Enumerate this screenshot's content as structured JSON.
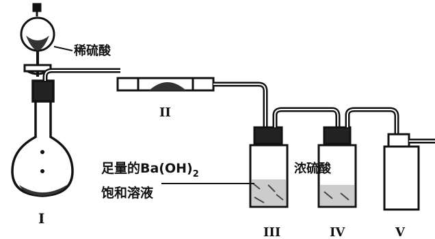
{
  "labels": {
    "funnel_reagent": "稀硫酸",
    "bottle3_reagent_line1": "足量的Ba(OH)",
    "bottle3_reagent_sub": "2",
    "bottle3_reagent_line2": "饱和溶液",
    "bottle4_reagent": "浓硫酸",
    "roman_1": "I",
    "roman_2": "II",
    "roman_3": "III",
    "roman_4": "IV",
    "roman_5": "V"
  }
}
